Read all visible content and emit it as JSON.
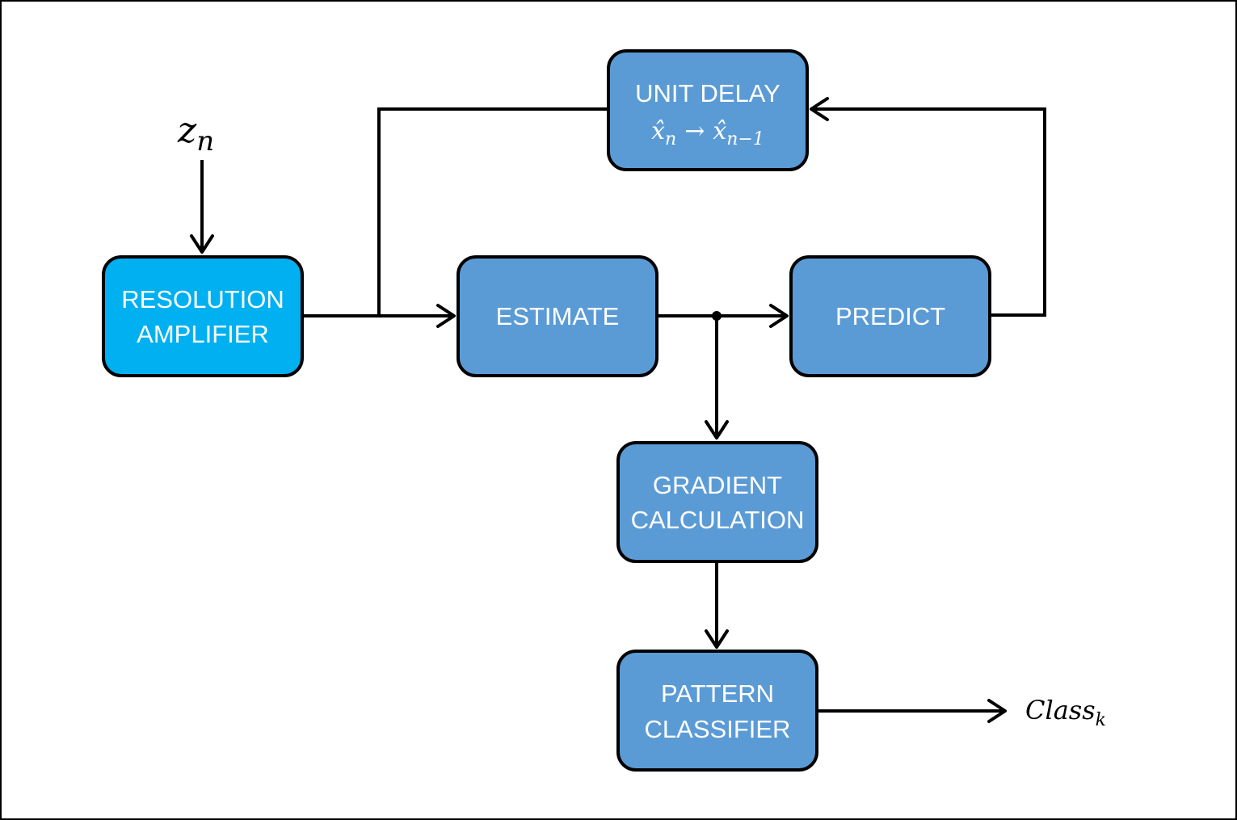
{
  "diagram": {
    "input_label": {
      "base": "z",
      "sub": "n"
    },
    "output_label": {
      "base": "Class",
      "sub": "k"
    },
    "blocks": {
      "resolution_amplifier": {
        "line1": "RESOLUTION",
        "line2": "AMPLIFIER"
      },
      "estimate": {
        "line1": "ESTIMATE"
      },
      "predict": {
        "line1": "PREDICT"
      },
      "unit_delay": {
        "line1": "UNIT DELAY",
        "formula": {
          "left_base": "x̂",
          "left_sub": "n",
          "arrow": "→",
          "right_base": "x̂",
          "right_sub": "n−1"
        }
      },
      "gradient_calculation": {
        "line1": "GRADIENT",
        "line2": "CALCULATION"
      },
      "pattern_classifier": {
        "line1": "PATTERN",
        "line2": "CLASSIFIER"
      }
    },
    "colors": {
      "block_fill": "#5b9bd5",
      "input_block_fill": "#00b0f0",
      "outline": "#000000",
      "text_on_block": "#ffffff"
    }
  }
}
